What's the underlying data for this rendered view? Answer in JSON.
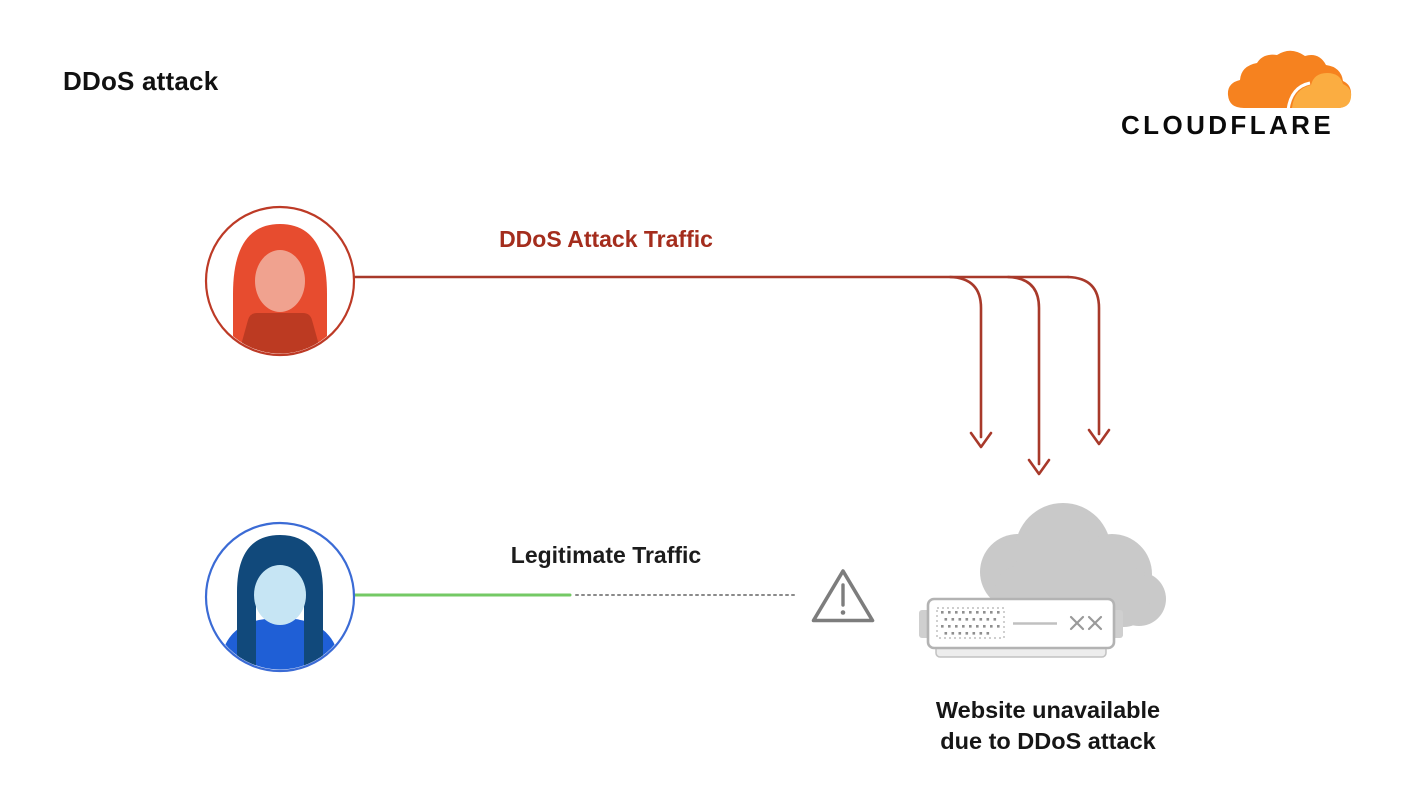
{
  "page": {
    "title": "DDoS attack",
    "background": "#ffffff"
  },
  "logo": {
    "brand": "CLOUDFLARE",
    "cloud_primary": "#f6821f",
    "cloud_secondary": "#fbad41",
    "wordmark_color": "#0a0a0a"
  },
  "attack": {
    "label": "DDoS Attack Traffic",
    "label_color": "#a42d1d",
    "line_color": "#a8392a",
    "arrow_count": 3,
    "source_icon": "hacker-avatar-icon"
  },
  "legitimate": {
    "label": "Legitimate Traffic",
    "label_color": "#1c1c1c",
    "line_color": "#74c965",
    "blocked_line_color": "#8a8a8a",
    "source_icon": "person-avatar-icon",
    "blocked_icon": "warning-triangle-icon"
  },
  "server": {
    "caption_line1": "Website unavailable",
    "caption_line2": "due to DDoS attack",
    "caption_color": "#161616",
    "cloud_color": "#c9c9c9",
    "icon": "server-rack-with-cloud-icon"
  },
  "avatars": {
    "attacker_ring_color": "#bd3a26",
    "attacker_hood_color": "#e74c2f",
    "user_ring_color": "#3b6bd5",
    "user_hair_color": "#11497b",
    "user_shirt_color": "#1f5fd6"
  }
}
